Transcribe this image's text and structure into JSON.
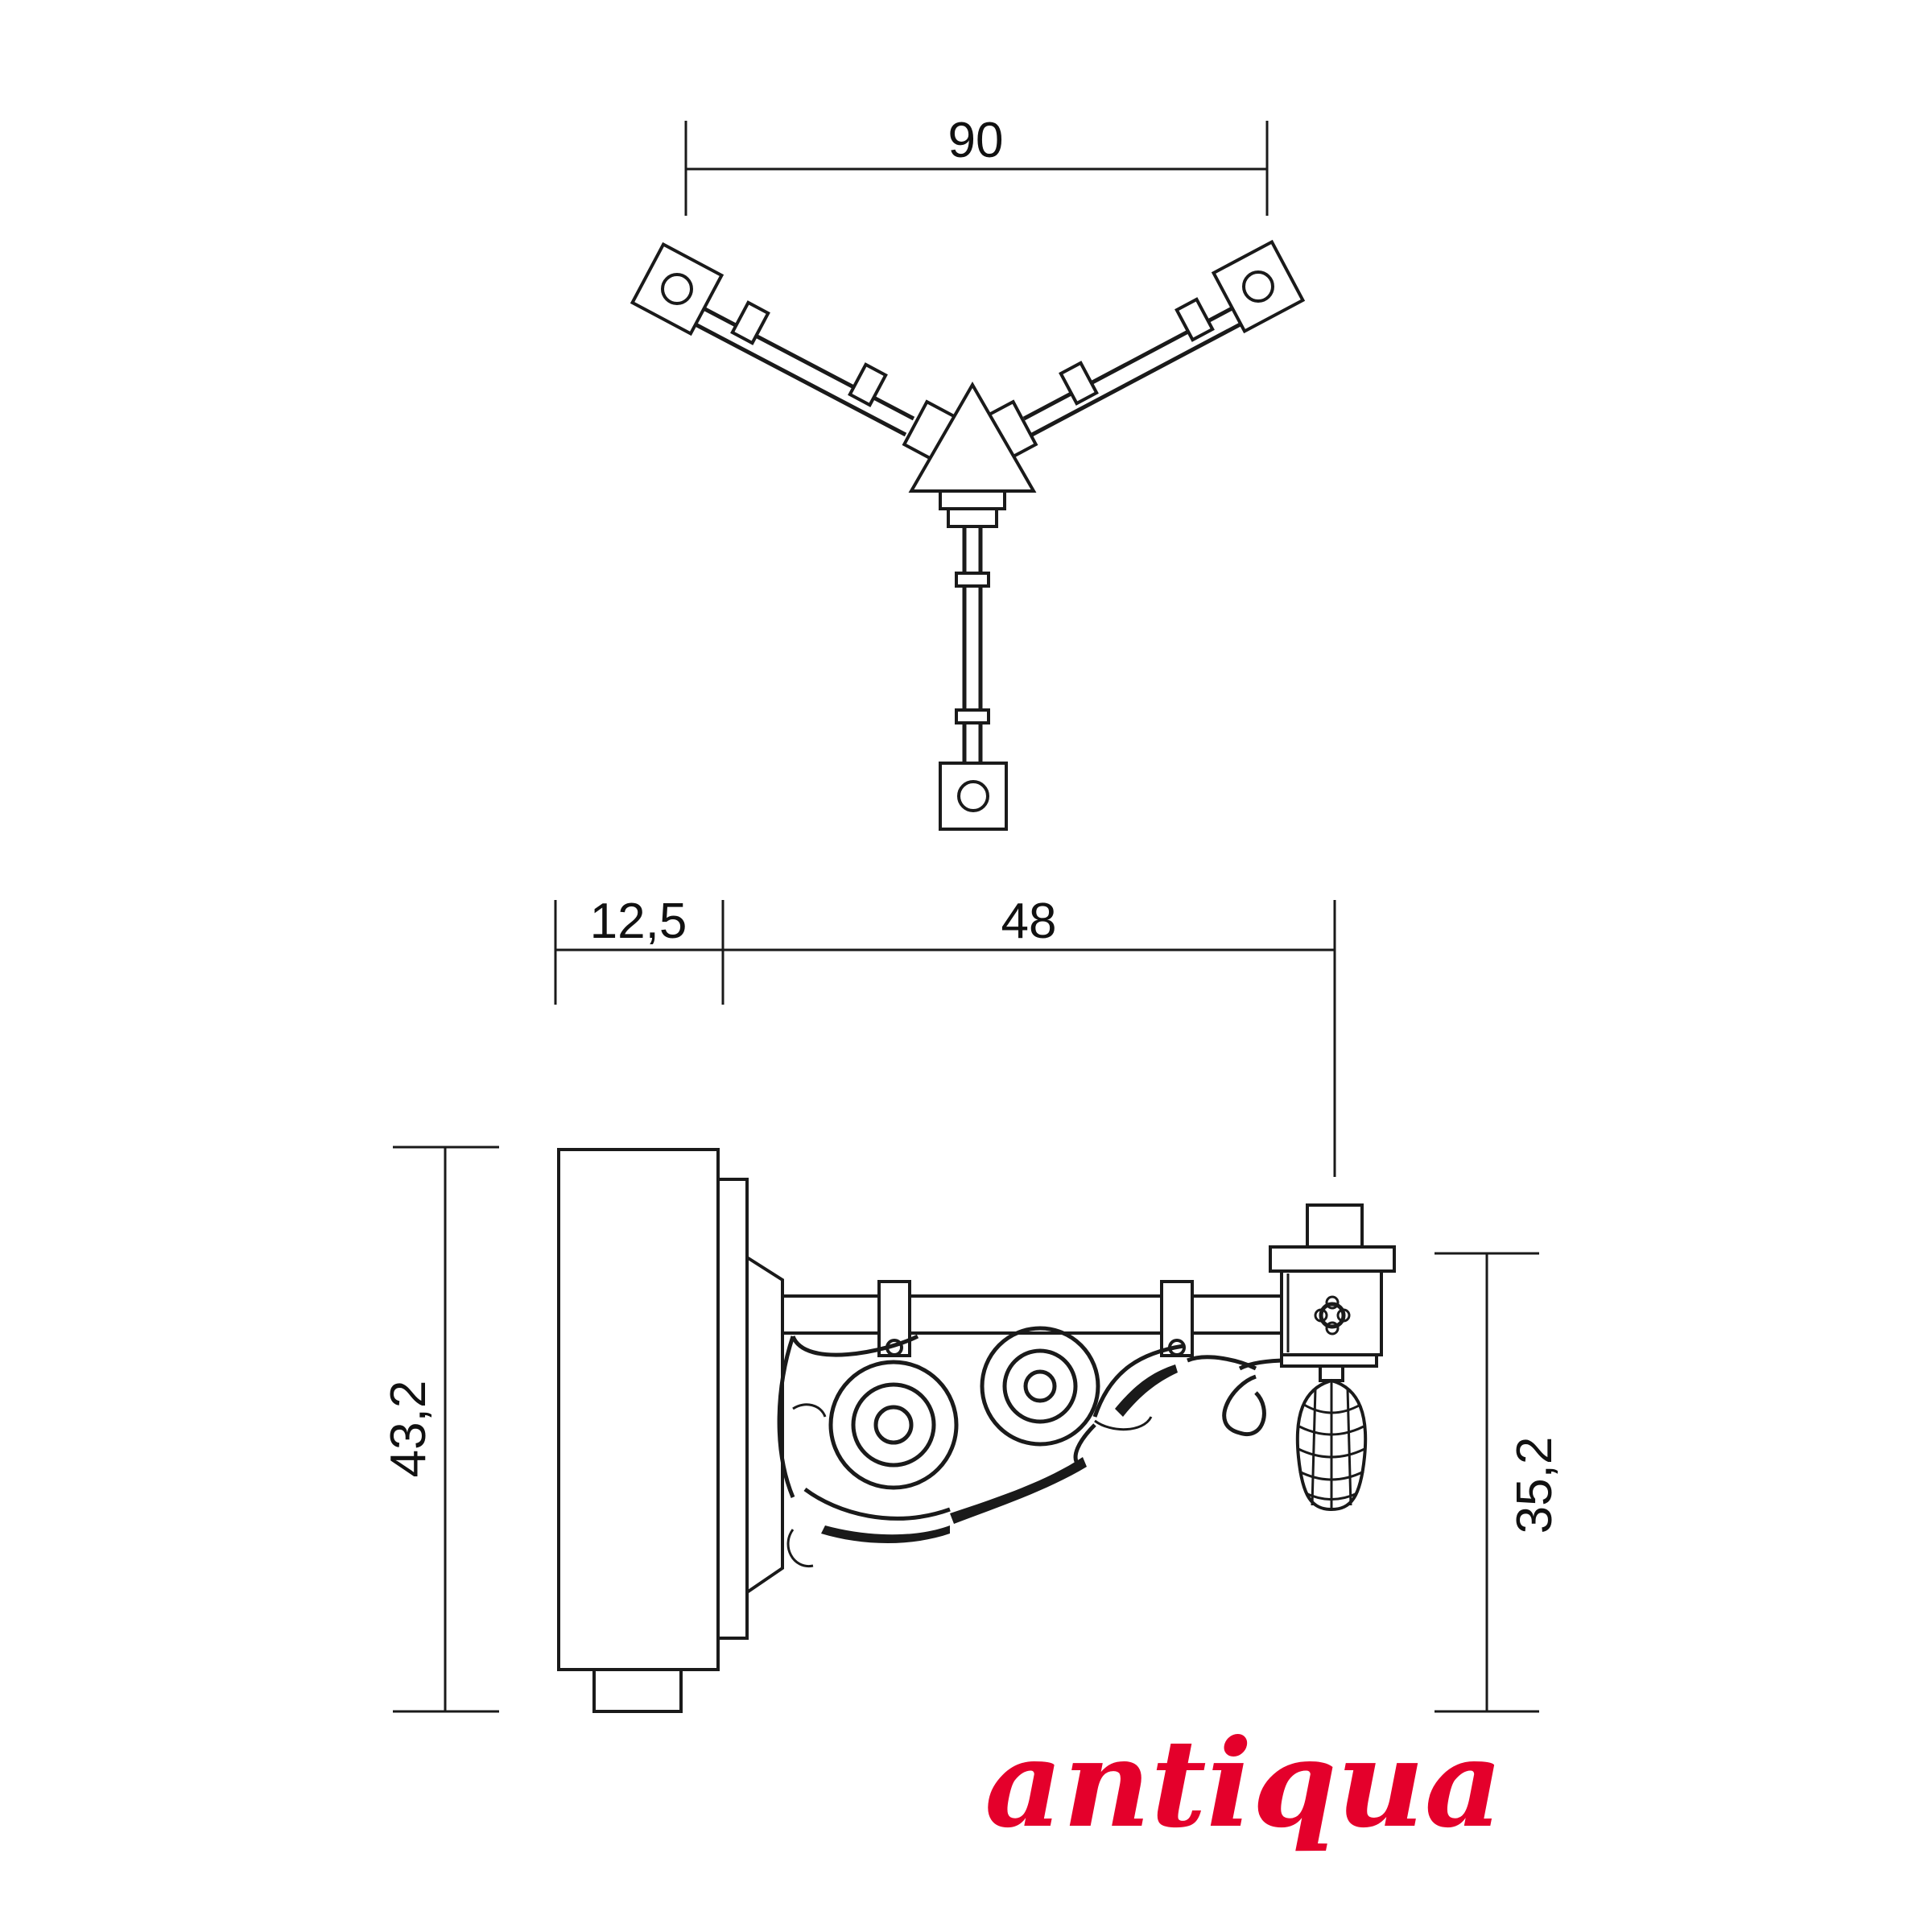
{
  "dimensions": {
    "top_width": "90",
    "wall_depth": "12,5",
    "arm_length": "48",
    "total_height": "43,2",
    "arm_height": "35,2"
  },
  "brand": {
    "logo_text": "antiqua",
    "color": "#e4002b"
  },
  "views": {
    "top": "three-arm-plan-view",
    "side": "wall-bracket-side-elevation"
  }
}
